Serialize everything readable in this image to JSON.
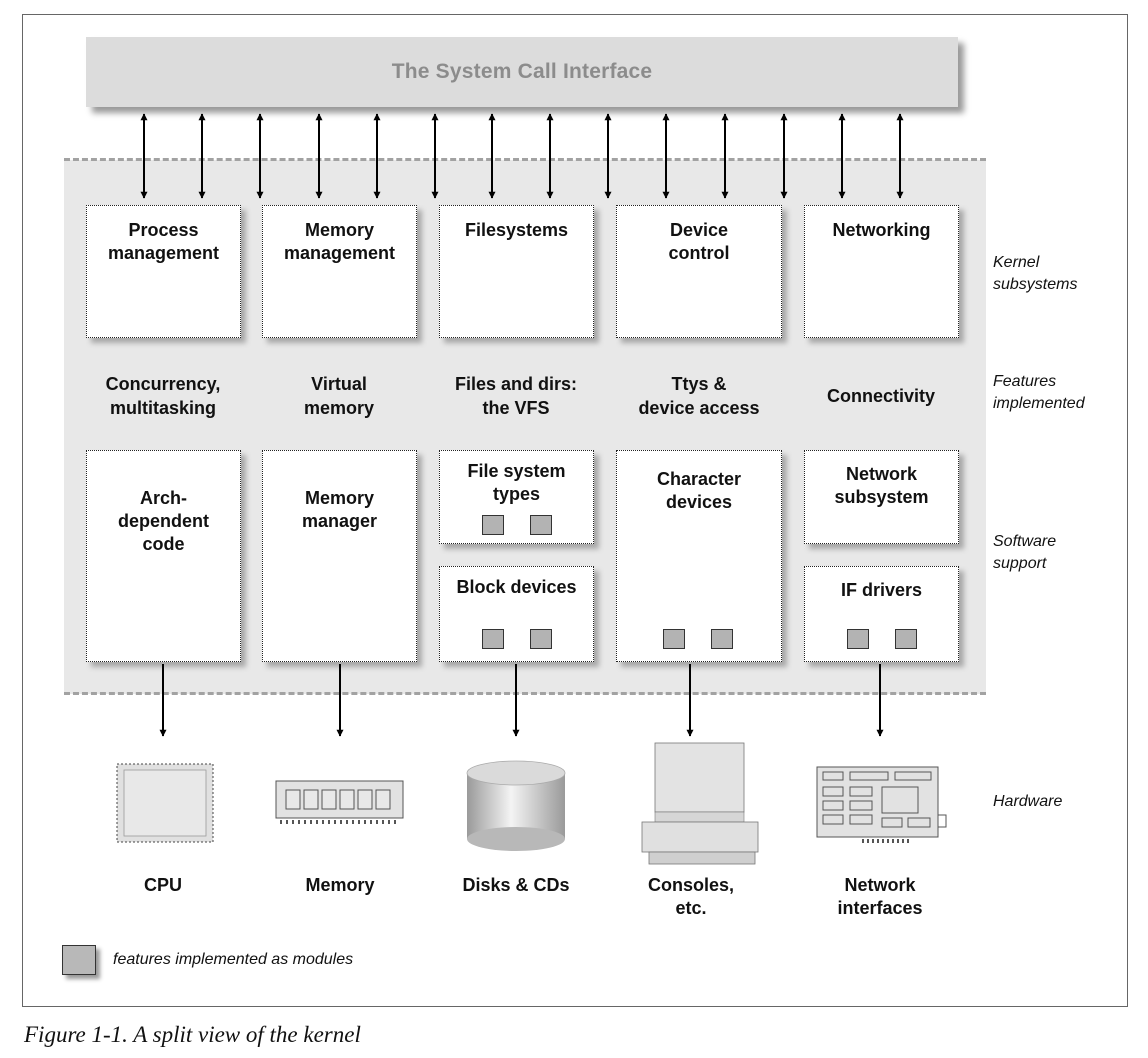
{
  "syscall": {
    "label": "The System Call Interface"
  },
  "side_labels": {
    "kernel_subsystems": [
      "Kernel",
      "subsystems"
    ],
    "features_implemented": [
      "Features",
      "implemented"
    ],
    "software_support": [
      "Software",
      "support"
    ],
    "hardware": "Hardware"
  },
  "subsystems": [
    {
      "lines": [
        "Process",
        "management"
      ]
    },
    {
      "lines": [
        "Memory",
        "management"
      ]
    },
    {
      "lines": [
        "Filesystems"
      ]
    },
    {
      "lines": [
        "Device",
        "control"
      ]
    },
    {
      "lines": [
        "Networking"
      ]
    }
  ],
  "features": [
    {
      "lines": [
        "Concurrency,",
        "multitasking"
      ]
    },
    {
      "lines": [
        "Virtual",
        "memory"
      ]
    },
    {
      "lines": [
        "Files and dirs:",
        "the VFS"
      ]
    },
    {
      "lines": [
        "Ttys &",
        "device access"
      ]
    },
    {
      "lines": [
        "Connectivity"
      ]
    }
  ],
  "software": {
    "arch": [
      "Arch-",
      "dependent",
      "code"
    ],
    "memory_manager": [
      "Memory",
      "manager"
    ],
    "fs_types": [
      "File system",
      "types"
    ],
    "block_devices": [
      "Block devices"
    ],
    "char_devices": [
      "Character",
      "devices"
    ],
    "network_subsystem": [
      "Network",
      "subsystem"
    ],
    "if_drivers": [
      "IF drivers"
    ]
  },
  "hardware": [
    {
      "icon": "cpu-icon",
      "lines": [
        "CPU"
      ]
    },
    {
      "icon": "memory-module-icon",
      "lines": [
        "Memory"
      ]
    },
    {
      "icon": "disk-cylinder-icon",
      "lines": [
        "Disks & CDs"
      ]
    },
    {
      "icon": "console-terminal-icon",
      "lines": [
        "Consoles,",
        "etc."
      ]
    },
    {
      "icon": "network-card-icon",
      "lines": [
        "Network",
        "interfaces"
      ]
    }
  ],
  "legend": {
    "label": "features implemented as modules"
  },
  "caption": "Figure 1-1. A split view of the kernel"
}
